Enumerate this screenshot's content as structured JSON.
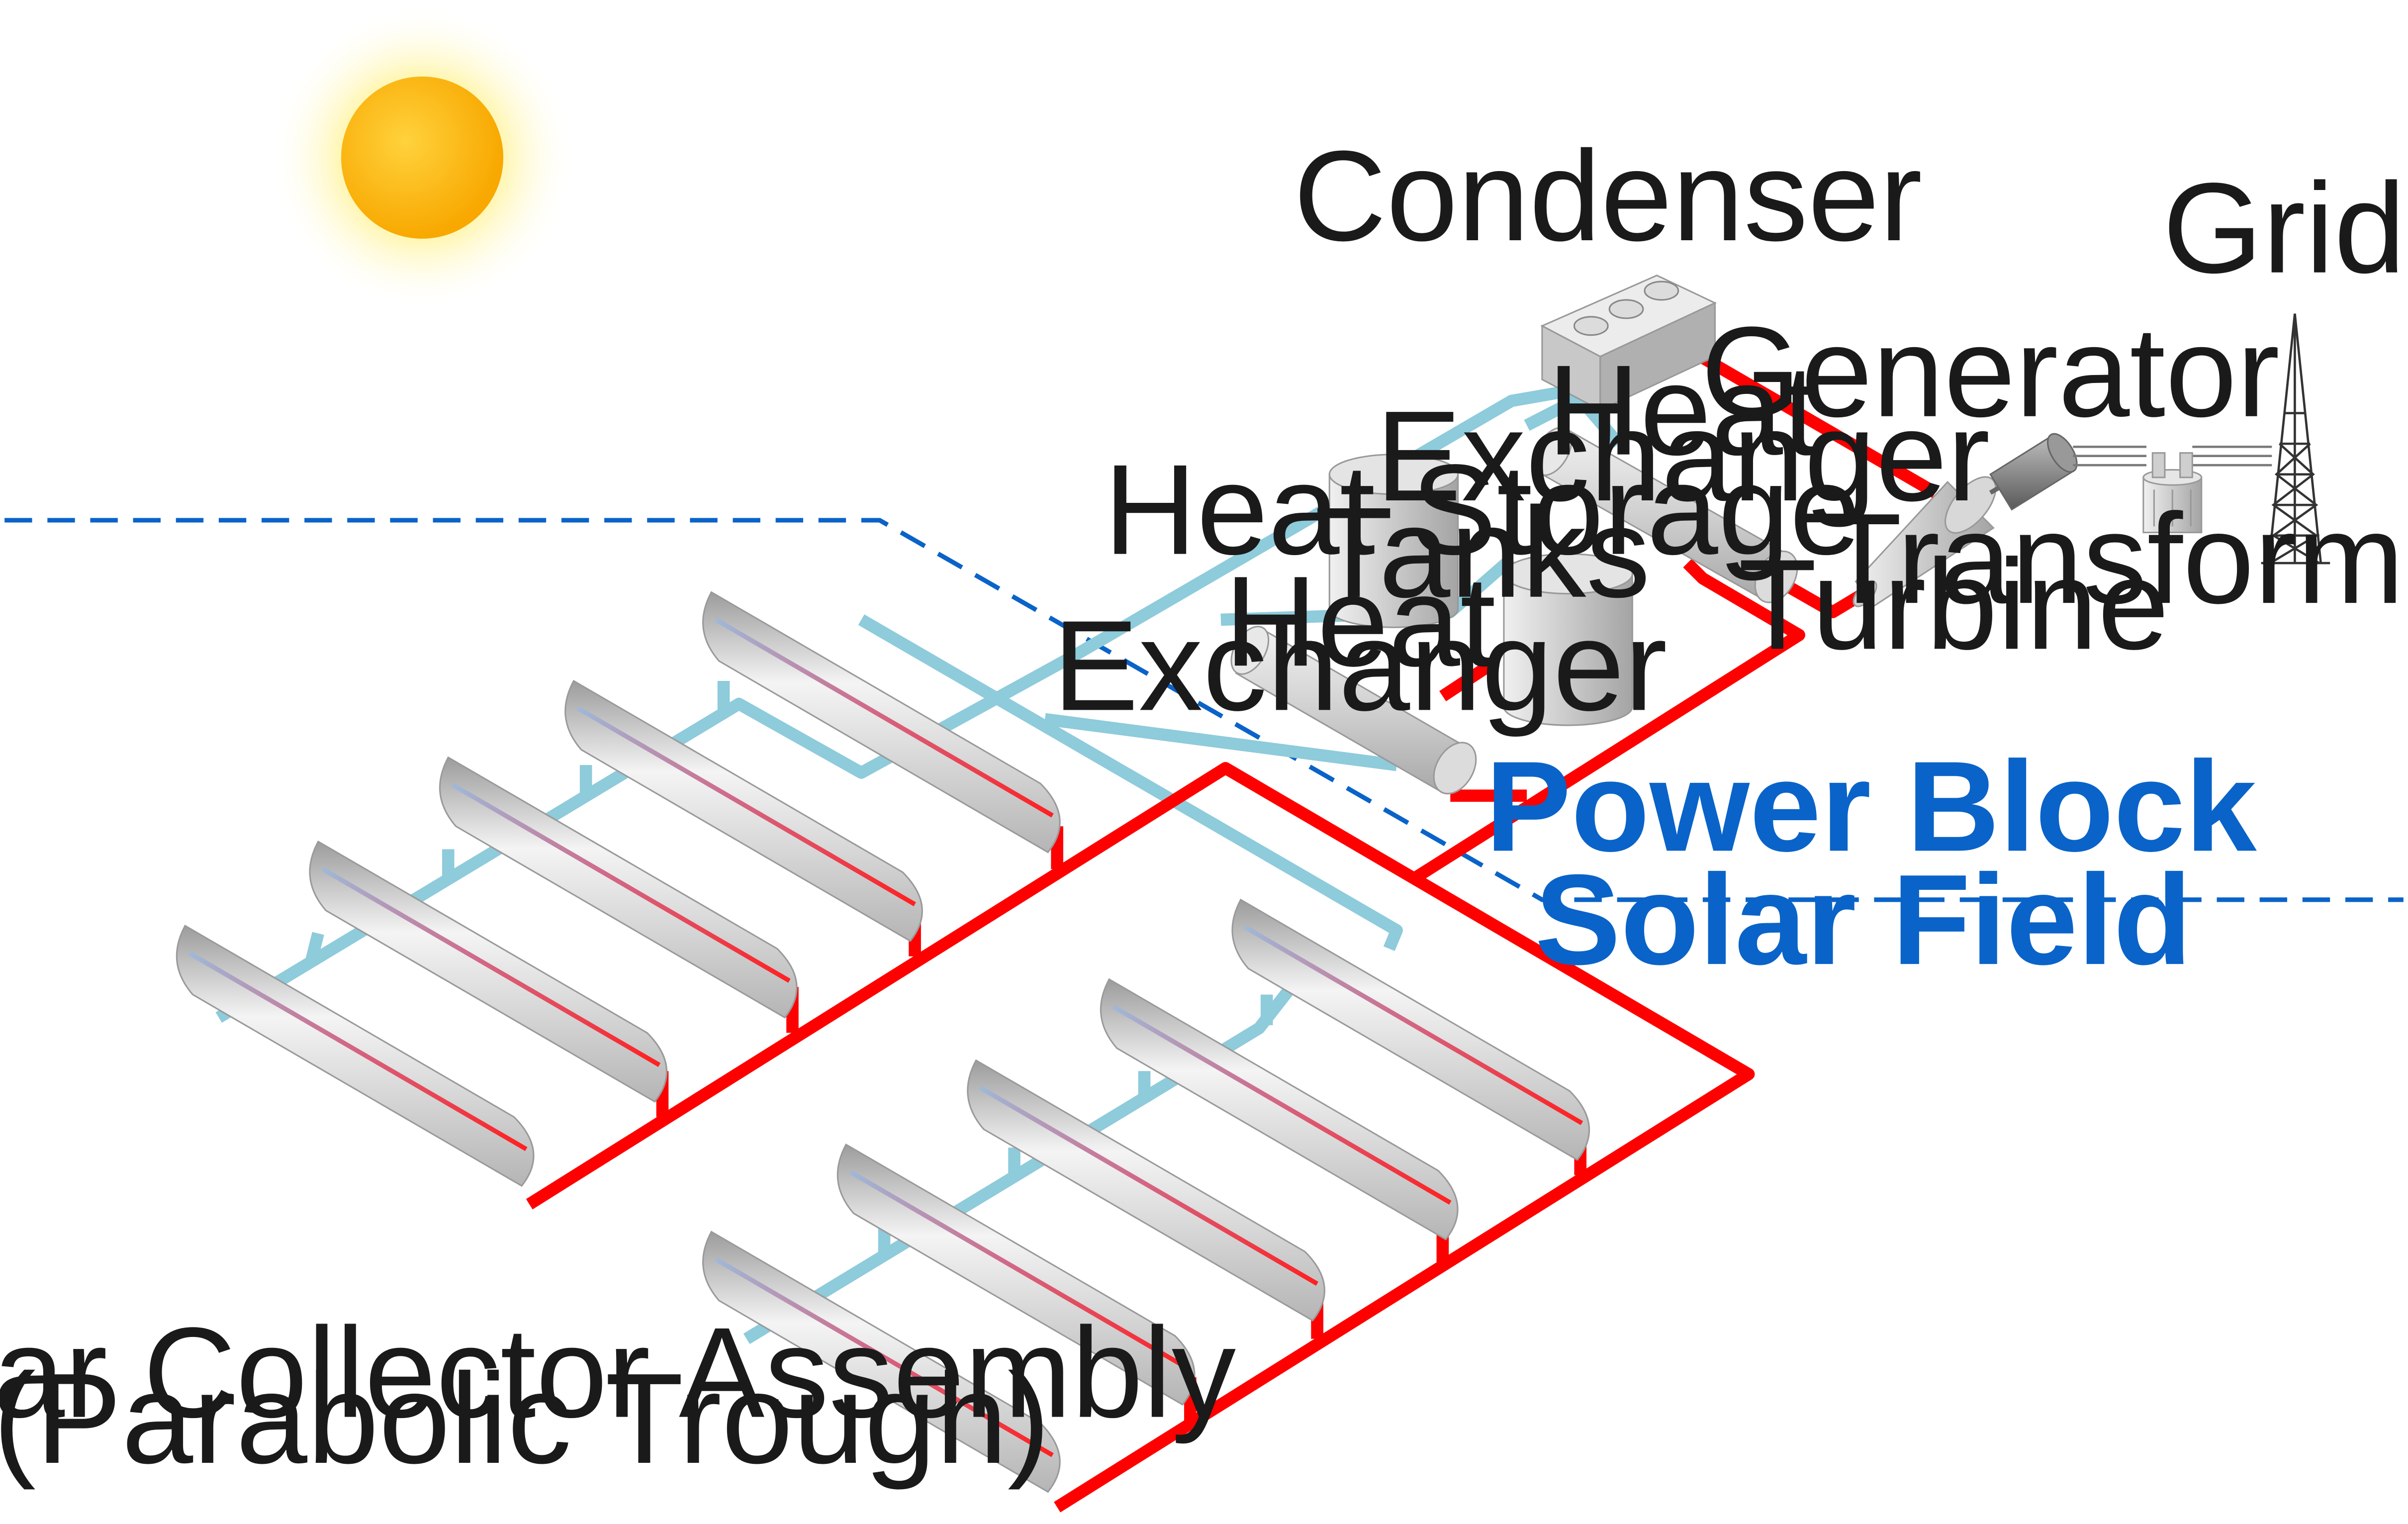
{
  "labels": {
    "condenser": "Condenser",
    "grid": "Grid",
    "generator": "Generator",
    "heat_exchanger_top_1": "Heat",
    "heat_exchanger_top_2": "Exchanger",
    "heat_storage_1": "Heat Storage",
    "heat_storage_2": "Tanks",
    "transformer": "Transformer",
    "turbine": "Turbine",
    "heat_exchanger_bottom_1": "Heat",
    "heat_exchanger_bottom_2": "Exchanger",
    "power_block": "Power Block",
    "solar_field": "Solar Field",
    "collector_1": "Solar Collector Assembly",
    "collector_2": "(Parabolic Trough)"
  },
  "colors": {
    "hot_pipe": "#ff0000",
    "cold_pipe": "#8ecbdb",
    "zone_line": "#0a63c8",
    "zone_text": "#0a63c8",
    "sun_core": "#ffb400",
    "sun_glow": "#fff3a0",
    "equipment": "#d2d2d2"
  },
  "icons": {
    "sun": "sun-icon",
    "condenser": "condenser-icon",
    "heat_exchanger": "heat-exchanger-icon",
    "storage_tank": "storage-tank-icon",
    "turbine": "turbine-icon",
    "generator": "generator-icon",
    "transformer": "transformer-icon",
    "grid_tower": "transmission-tower-icon",
    "collector": "parabolic-trough-icon"
  }
}
